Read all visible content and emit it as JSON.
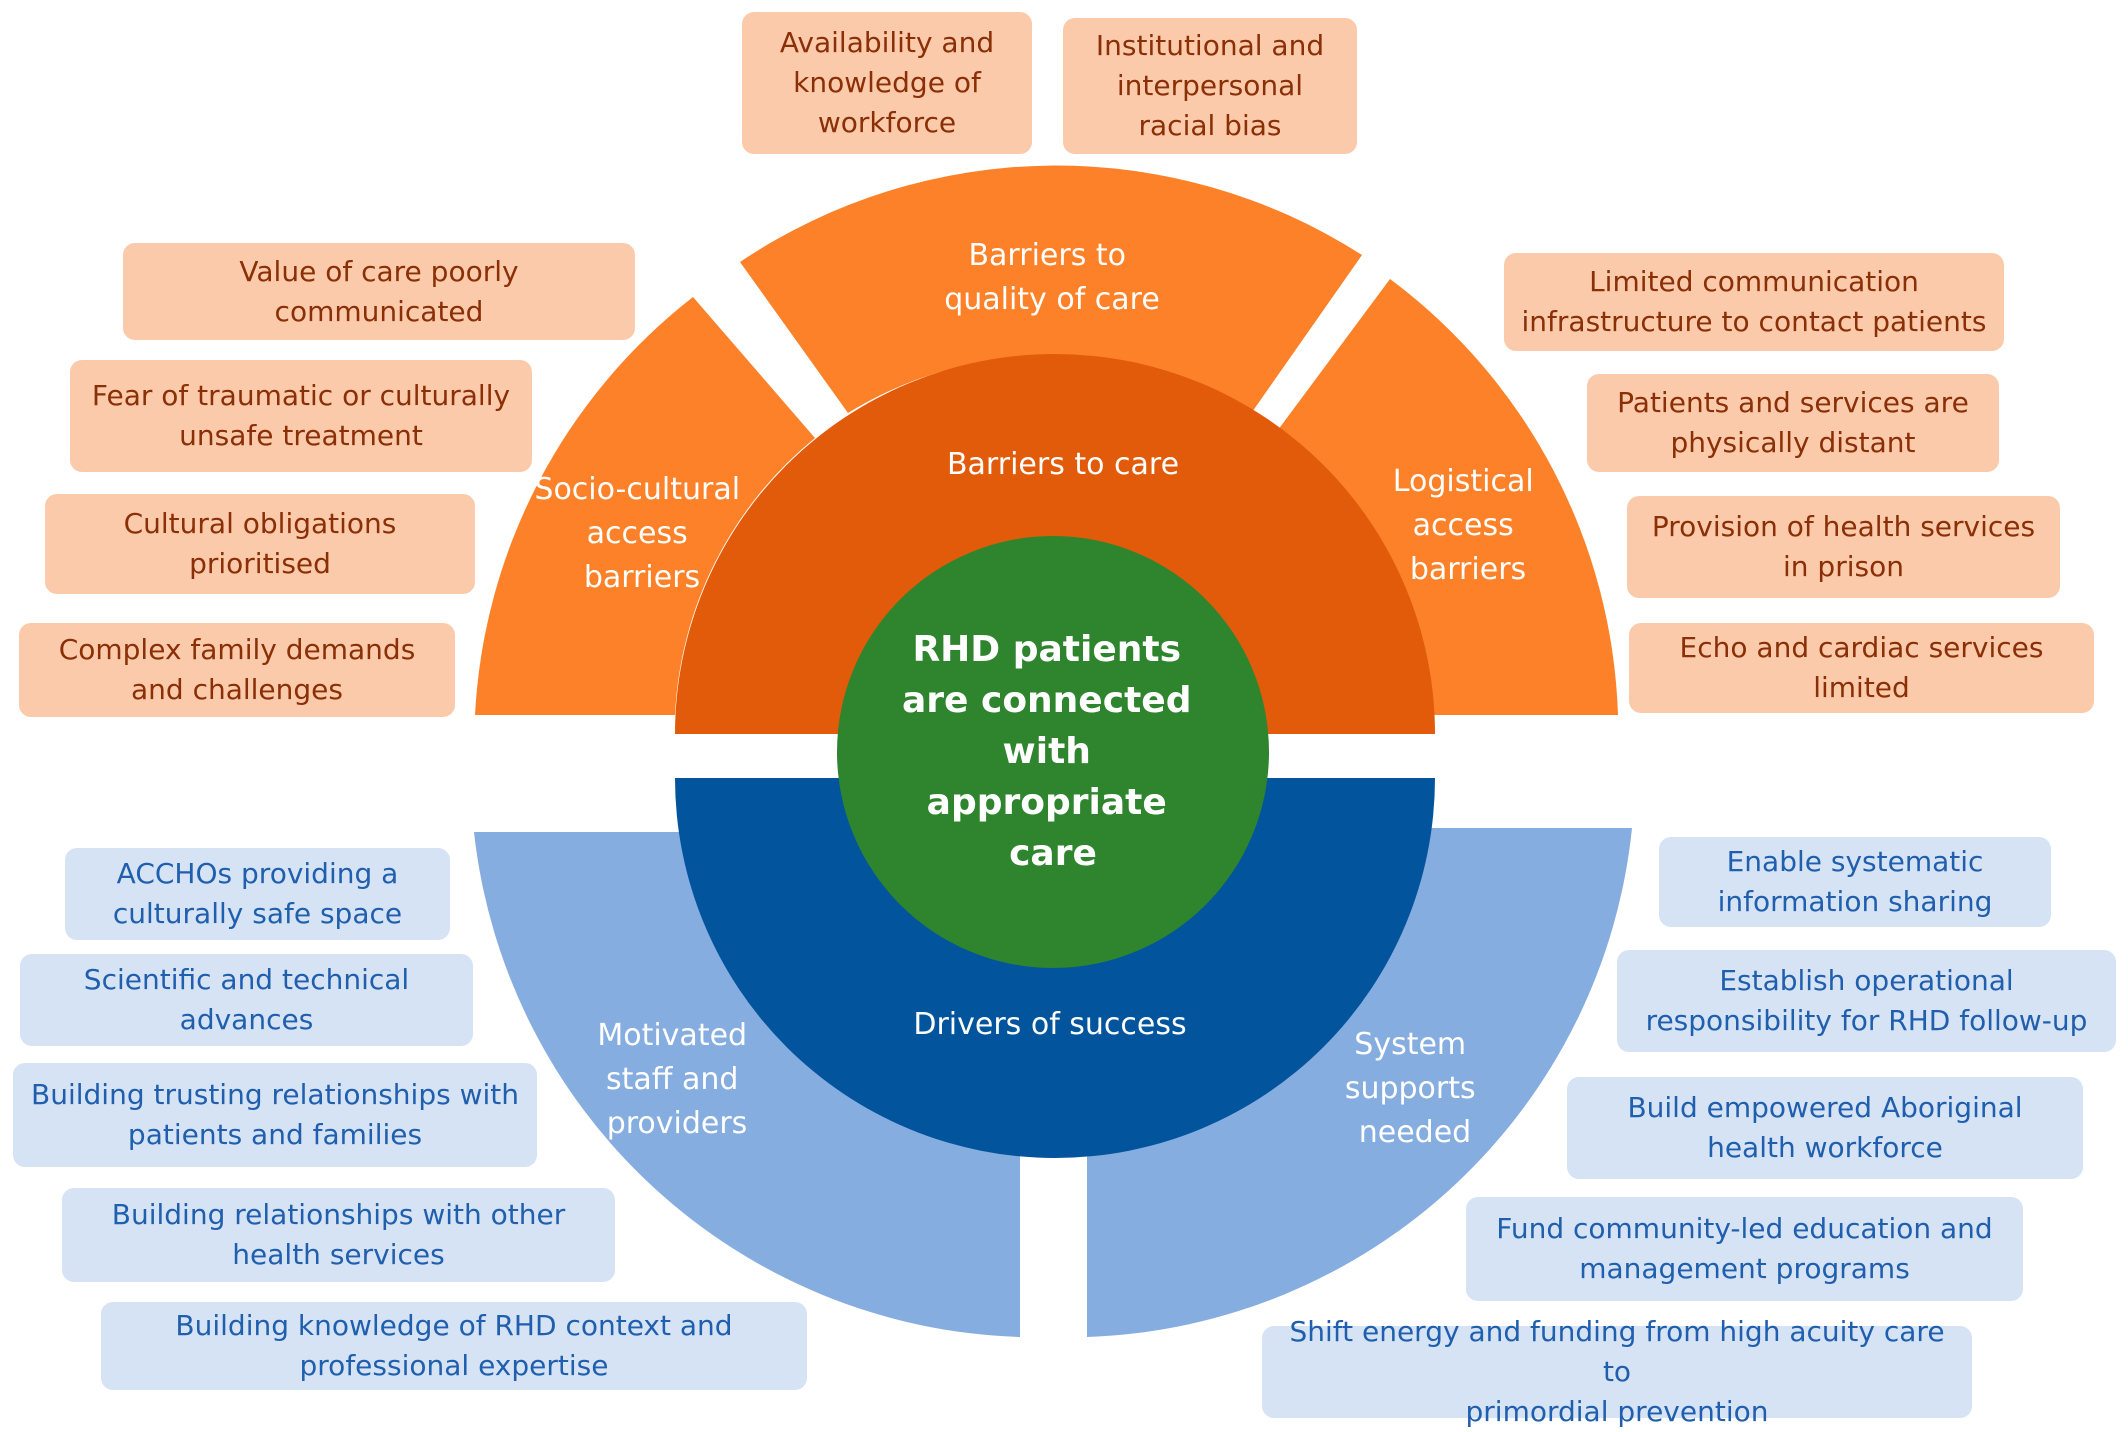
{
  "center": {
    "lines": [
      "RHD patients",
      "are connected",
      "with",
      "appropriate",
      "care"
    ]
  },
  "inner_ring": {
    "barriers_label": "Barriers to care",
    "drivers_label": "Drivers of success"
  },
  "outer_segments": {
    "sociocultural": [
      "Socio-cultural",
      "access",
      "barriers"
    ],
    "quality": [
      "Barriers to",
      "quality of care"
    ],
    "logistical": [
      "Logistical",
      "access",
      "barriers"
    ],
    "motivated": [
      "Motivated",
      "staff and",
      "providers"
    ],
    "system": [
      "System",
      "supports",
      "needed"
    ]
  },
  "barrier_boxes": {
    "workforce": [
      "Availability and",
      "knowledge of",
      "workforce"
    ],
    "racial_bias": [
      "Institutional and",
      "interpersonal",
      "racial bias"
    ],
    "value_of_care": [
      "Value of care poorly",
      "communicated"
    ],
    "fear": [
      "Fear of traumatic or culturally",
      "unsafe treatment"
    ],
    "cultural_obligations": [
      "Cultural obligations",
      "prioritised"
    ],
    "family_demands": [
      "Complex family demands",
      "and challenges"
    ],
    "communication": [
      "Limited communication",
      "infrastructure to contact patients"
    ],
    "distance": [
      "Patients and services are",
      "physically distant"
    ],
    "prison": [
      "Provision of health services",
      "in prison"
    ],
    "echo": [
      "Echo and cardiac services",
      "limited"
    ]
  },
  "driver_boxes": {
    "acchos": [
      "ACCHOs providing a",
      "culturally safe space"
    ],
    "scientific": [
      "Scientific and technical",
      "advances"
    ],
    "trusting": [
      "Building trusting relationships with",
      "patients and families"
    ],
    "other_services": [
      "Building relationships with other",
      "health services"
    ],
    "knowledge": [
      "Building knowledge of RHD context and",
      "professional expertise"
    ],
    "info_sharing": [
      "Enable systematic",
      "information sharing"
    ],
    "operational": [
      "Establish operational",
      "responsibility for RHD follow-up"
    ],
    "aboriginal": [
      "Build empowered Aboriginal",
      "health workforce"
    ],
    "education": [
      "Fund community-led education and",
      "management programs"
    ],
    "funding": [
      "Shift energy and funding from high acuity care to",
      "primordial prevention"
    ]
  },
  "colors": {
    "outer_orange": "#fd8128",
    "inner_orange": "#e15b0a",
    "outer_blue": "#86ade0",
    "inner_blue": "#02549d",
    "center_green": "#2e852d",
    "box_orange": "#fbcaab",
    "box_orange_text": "#8a2f06",
    "box_blue": "#d6e3f4",
    "box_blue_text": "#1f5fae"
  }
}
